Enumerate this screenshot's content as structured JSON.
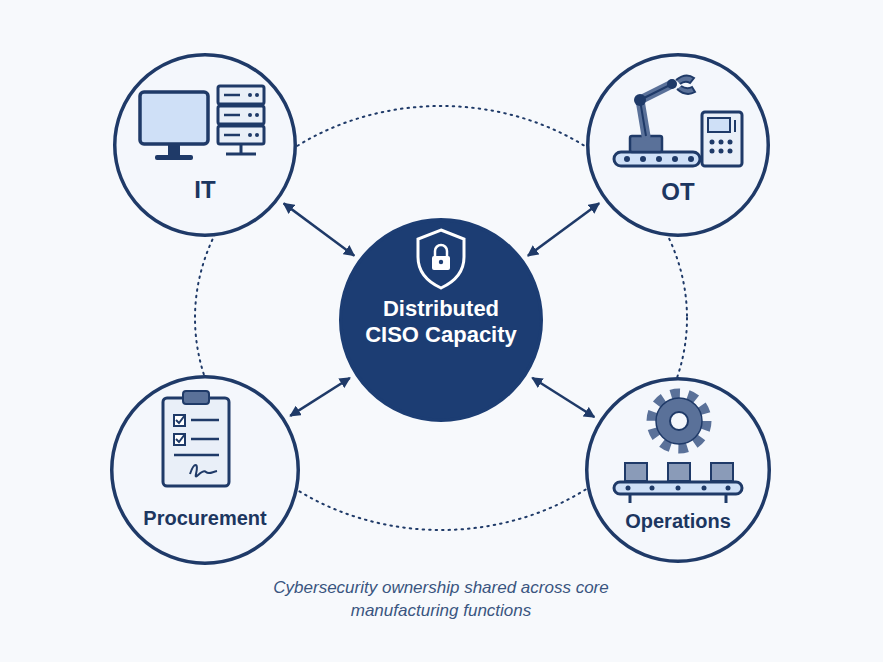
{
  "diagram": {
    "caption": "Cybersecurity ownership shared across core manufacturing functions",
    "nodes": [
      {
        "text": [
          "IT"
        ]
      },
      {
        "text": [
          "OT"
        ]
      },
      {
        "text": [
          "Distributed CISO Capacity"
        ]
      },
      {
        "text": [
          "Procurement"
        ]
      },
      {
        "text": [
          "Operations"
        ]
      }
    ],
    "edges": [
      {
        "from": 2,
        "to": 0,
        "arrow": "both"
      },
      {
        "from": 2,
        "to": 1,
        "arrow": "both"
      },
      {
        "from": 2,
        "to": 3,
        "arrow": "both"
      },
      {
        "from": 2,
        "to": 4,
        "arrow": "both"
      }
    ]
  }
}
